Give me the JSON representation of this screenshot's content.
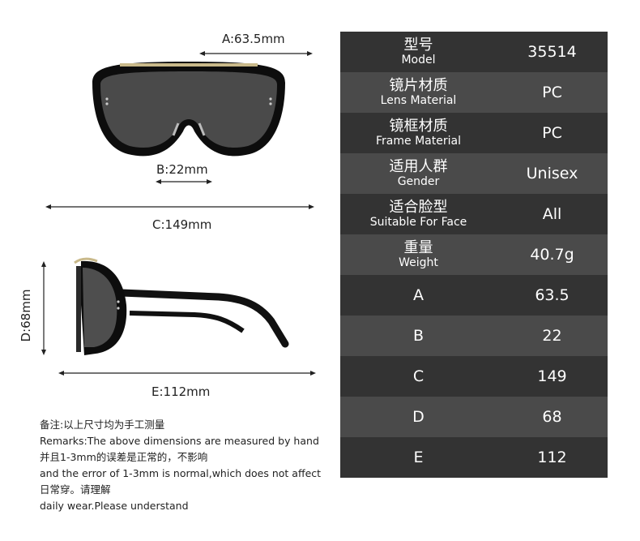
{
  "dimensions": {
    "a": "A:63.5mm",
    "b": "B:22mm",
    "c": "C:149mm",
    "d": "D:68mm",
    "e": "E:112mm"
  },
  "spec_table": [
    {
      "label_zh": "型号",
      "label_en": "Model",
      "value": "35514"
    },
    {
      "label_zh": "镜片材质",
      "label_en": "Lens Material",
      "value": "PC"
    },
    {
      "label_zh": "镜框材质",
      "label_en": "Frame Material",
      "value": "PC"
    },
    {
      "label_zh": "适用人群",
      "label_en": "Gender",
      "value": "Unisex"
    },
    {
      "label_zh": "适合脸型",
      "label_en": "Suitable For Face",
      "value": "All"
    },
    {
      "label_zh": "重量",
      "label_en": "Weight",
      "value": "40.7g"
    },
    {
      "label": "A",
      "value": "63.5"
    },
    {
      "label": "B",
      "value": "22"
    },
    {
      "label": "C",
      "value": "149"
    },
    {
      "label": "D",
      "value": "68"
    },
    {
      "label": "E",
      "value": "112"
    }
  ],
  "remarks": [
    "备注:以上尺寸均为手工测量",
    "Remarks:The above dimensions are measured by hand",
    "并且1-3mm的误差是正常的，不影响",
    "and the error of 1-3mm is normal,which does not affect",
    "日常穿。请理解",
    "daily wear.Please understand"
  ]
}
